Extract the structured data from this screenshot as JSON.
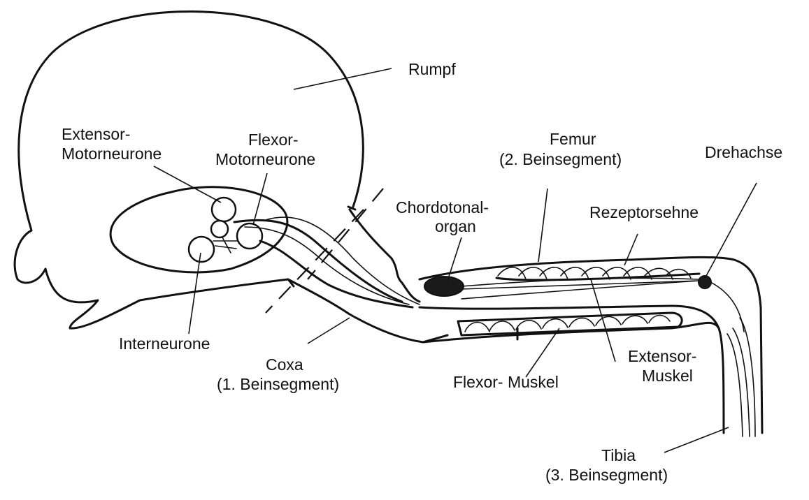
{
  "labels": {
    "rumpf": "Rumpf",
    "extensor_motoneurone_1": "Extensor-",
    "extensor_motoneurone_2": "Motorneurone",
    "flexor_motoneurone_1": "Flexor-",
    "flexor_motoneurone_2": "Motorneurone",
    "femur_1": "Femur",
    "femur_2": "(2. Beinsegment)",
    "drehachse": "Drehachse",
    "chordotonal_1": "Chordotonal-",
    "chordotonal_2": "organ",
    "rezeptorsehne": "Rezeptorsehne",
    "interneurone": "Interneurone",
    "coxa_1": "Coxa",
    "coxa_2": "(1. Beinsegment)",
    "flexor_muskel": "Flexor- Muskel",
    "extensor_muskel_1": "Extensor-",
    "extensor_muskel_2": "Muskel",
    "tibia_1": "Tibia",
    "tibia_2": "(3. Beinsegment)"
  },
  "colors": {
    "ink": "#111111",
    "background": "#ffffff"
  }
}
